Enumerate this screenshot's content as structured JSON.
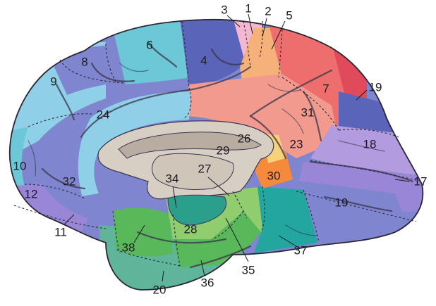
{
  "figure": {
    "colors": {
      "outline": "#2a2636",
      "label_text": "#1e1c22",
      "periwinkle": "#7f86cf",
      "indigo": "#5a64b8",
      "sky": "#8fd0e8",
      "aqua": "#6cc8d6",
      "salmon": "#f39a8e",
      "coral": "#ee6e6e",
      "crimson": "#e04a5a",
      "peach": "#f6b07a",
      "pink": "#f3b7cf",
      "lavender": "#b39be0",
      "violet": "#9a86d6",
      "green": "#59b85a",
      "light_green": "#8fcd6e",
      "teal": "#23a6a0",
      "dark_teal": "#2a8d8a",
      "sea_green": "#5fb59a",
      "tan": "#d8cfc4",
      "orange": "#f58a3c"
    },
    "labels": {
      "a1": "1",
      "a2": "2",
      "a3": "3",
      "a4": "4",
      "a5": "5",
      "a6": "6",
      "a7": "7",
      "a8": "8",
      "a9": "9",
      "a10": "10",
      "a11": "11",
      "a12": "12",
      "a17": "17",
      "a18": "18",
      "a19_upper": "19",
      "a19_lower": "19",
      "a20": "20",
      "a23": "23",
      "a24": "24",
      "a26": "26",
      "a27": "27",
      "a28": "28",
      "a29": "29",
      "a30": "30",
      "a31": "31",
      "a32": "32",
      "a34": "34",
      "a35": "35",
      "a36": "36",
      "a37": "37",
      "a38": "38"
    }
  }
}
